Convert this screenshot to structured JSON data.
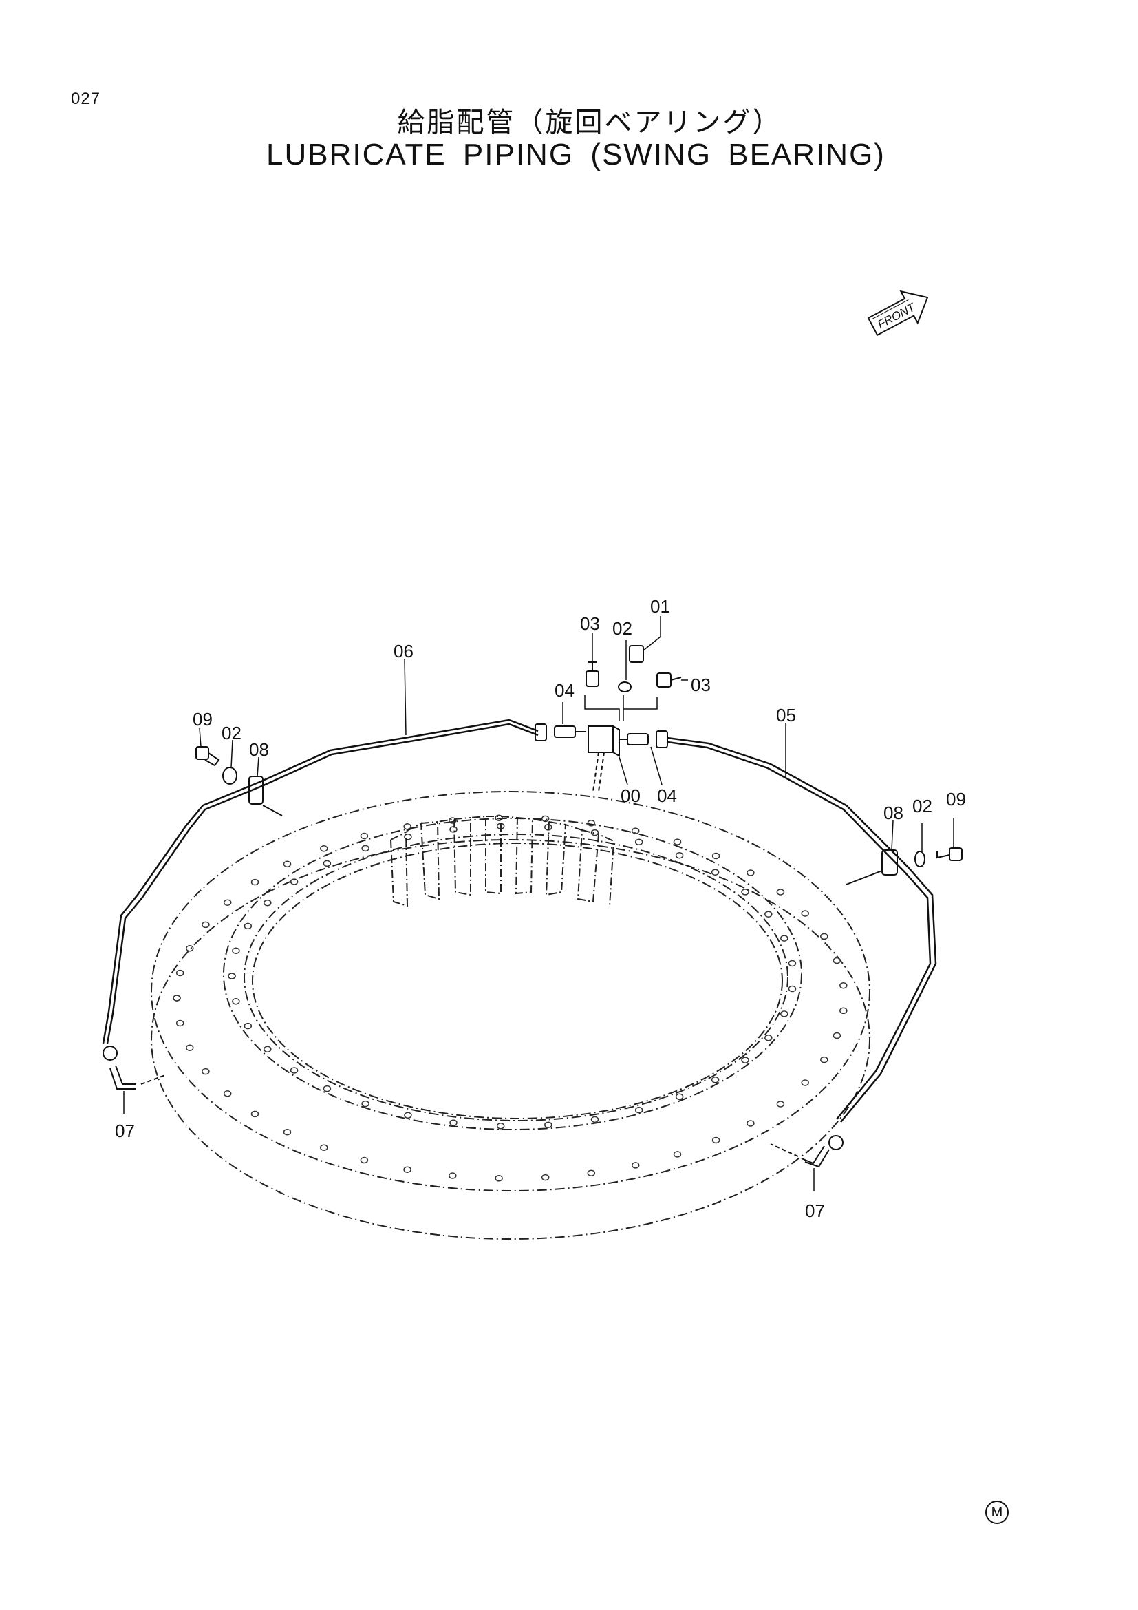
{
  "page": {
    "number": "027",
    "title_jp": "給脂配管（旋回ベアリング）",
    "title_en": "LUBRICATE PIPING (SWING BEARING)",
    "mark": "M"
  },
  "front_arrow": {
    "label": "FRONT"
  },
  "callouts": [
    {
      "id": "c01",
      "text": "01"
    },
    {
      "id": "c03a",
      "text": "03"
    },
    {
      "id": "c02a",
      "text": "02"
    },
    {
      "id": "c03b",
      "text": "03"
    },
    {
      "id": "c04a",
      "text": "04"
    },
    {
      "id": "c06",
      "text": "06"
    },
    {
      "id": "c05",
      "text": "05"
    },
    {
      "id": "c09a",
      "text": "09"
    },
    {
      "id": "c02b",
      "text": "02"
    },
    {
      "id": "c08a",
      "text": "08"
    },
    {
      "id": "c00",
      "text": "00"
    },
    {
      "id": "c04b",
      "text": "04"
    },
    {
      "id": "c08b",
      "text": "08"
    },
    {
      "id": "c02c",
      "text": "02"
    },
    {
      "id": "c09b",
      "text": "09"
    },
    {
      "id": "c07a",
      "text": "07"
    },
    {
      "id": "c07b",
      "text": "07"
    }
  ]
}
